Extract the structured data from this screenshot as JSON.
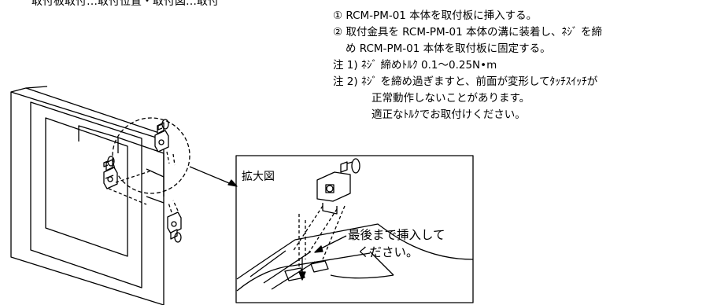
{
  "header_fragment": "取付板取付…取付位置・取付図…取付",
  "instructions": {
    "step1": "① RCM-PM-01 本体を取付板に挿入する。",
    "step2_line1": "② 取付金具を RCM-PM-01 本体の溝に装着し、ﾈｼﾞ を締",
    "step2_line2": "め RCM-PM-01 本体を取付板に固定する。",
    "note1": "注 1) ﾈｼﾞ 締めﾄﾙｸ 0.1～0.25N•m",
    "note2_line1": "注 2) ﾈｼﾞ を締め過ぎますと、前面が変形してﾀｯﾁｽｲｯﾁが",
    "note2_line2": "正常動作しないことがあります。",
    "note2_line3": "適正なﾄﾙｸでお取付けください。"
  },
  "enlarged_view": {
    "label": "拡大図",
    "callout_line1": "最後まで挿入して",
    "callout_line2": "ください。"
  }
}
